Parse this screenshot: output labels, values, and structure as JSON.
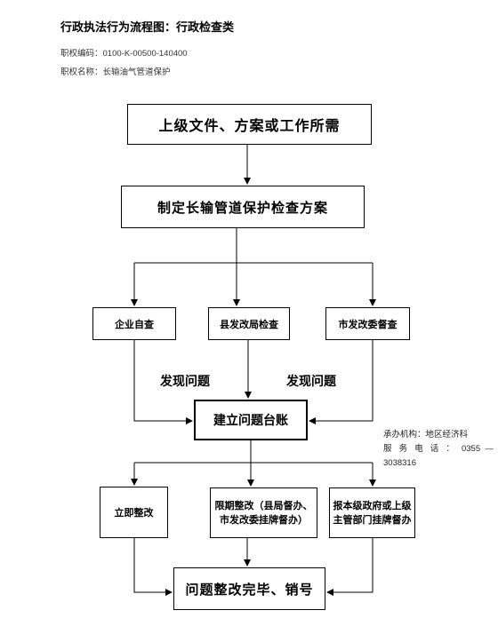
{
  "header": {
    "title": "行政执法行为流程图：行政检查类",
    "code_label": "职权编码：",
    "code_value": "0100-K-00500-140400",
    "name_label": "职权名称：",
    "name_value": "长输油气管道保护"
  },
  "flow": {
    "step1": "上级文件、方案或工作所需",
    "step2": "制定长输管道保护检查方案",
    "check_enterprise": "企业自查",
    "check_county": "县发改局检查",
    "check_city": "市发改委督查",
    "found_problem_left": "发现问题",
    "found_problem_right": "发现问题",
    "ledger": "建立问题台账",
    "fix_now": "立即整改",
    "fix_deadline": "限期整改（县局督办、市发改委挂牌督办）",
    "fix_report": "报本级政府或上级主管部门挂牌督办",
    "final": "问题整改完毕、销号"
  },
  "contact": {
    "org": "承办机构：地区经济科",
    "phone": "服 务 电 话 ： 0355 — 3038316"
  }
}
